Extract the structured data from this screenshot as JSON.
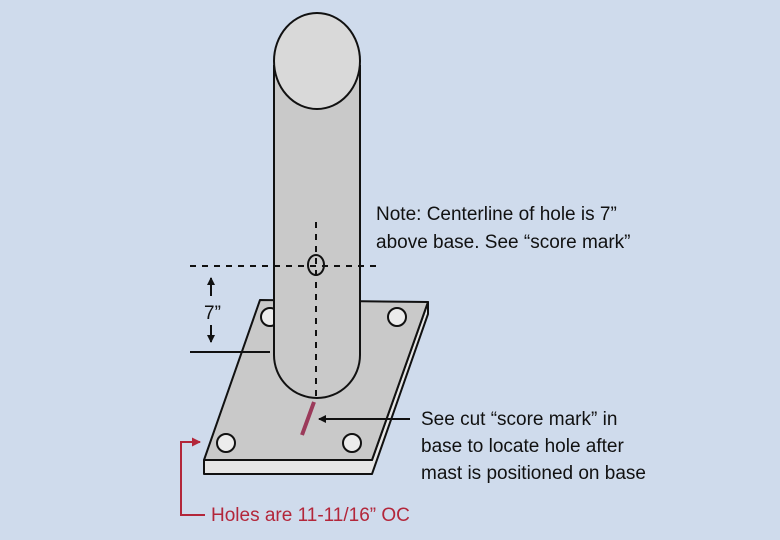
{
  "colors": {
    "background": "#cfdbec",
    "metal": "#c9c9c9",
    "metal_top": "#d9d9d9",
    "plate_side": "#e6e6e6",
    "outline": "#111111",
    "score_mark": "#9b3a5a",
    "callout_red": "#b3263a"
  },
  "note": {
    "line1": "Note: Centerline of hole is 7”",
    "line2": "above base. See “score mark”"
  },
  "dimension": {
    "label": "7”"
  },
  "score_callout": {
    "line1": "See cut “score mark” in",
    "line2": "base to locate hole after",
    "line3": "mast is positioned on base"
  },
  "holes_callout": {
    "label": "Holes are 11-11/16” OC"
  }
}
